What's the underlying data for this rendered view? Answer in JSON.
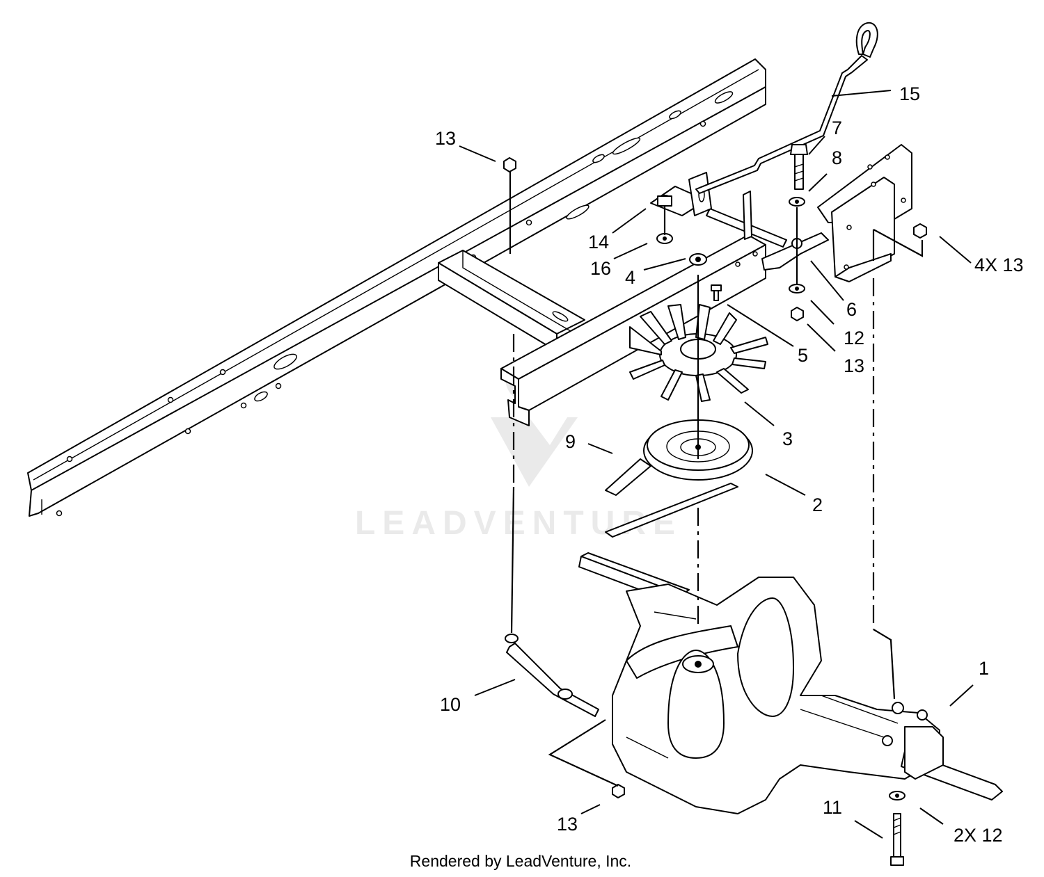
{
  "colors": {
    "line": "#000000",
    "background": "#ffffff",
    "watermark": "#d9d9d9"
  },
  "watermark_text": "LEADVENTURE",
  "credit": "Rendered by LeadVenture, Inc.",
  "callouts": {
    "c1": "1",
    "c2": "2",
    "c3": "3",
    "c4": "4",
    "c5": "5",
    "c6": "6",
    "c7": "7",
    "c8": "8",
    "c9": "9",
    "c10": "10",
    "c11": "11",
    "c12": "12",
    "c12_qty": "2X 12",
    "c13_top_left": "13",
    "c13_mid": "13",
    "c13_bottom": "13",
    "c13_qty": "4X 13",
    "c14": "14",
    "c15": "15",
    "c16": "16"
  }
}
